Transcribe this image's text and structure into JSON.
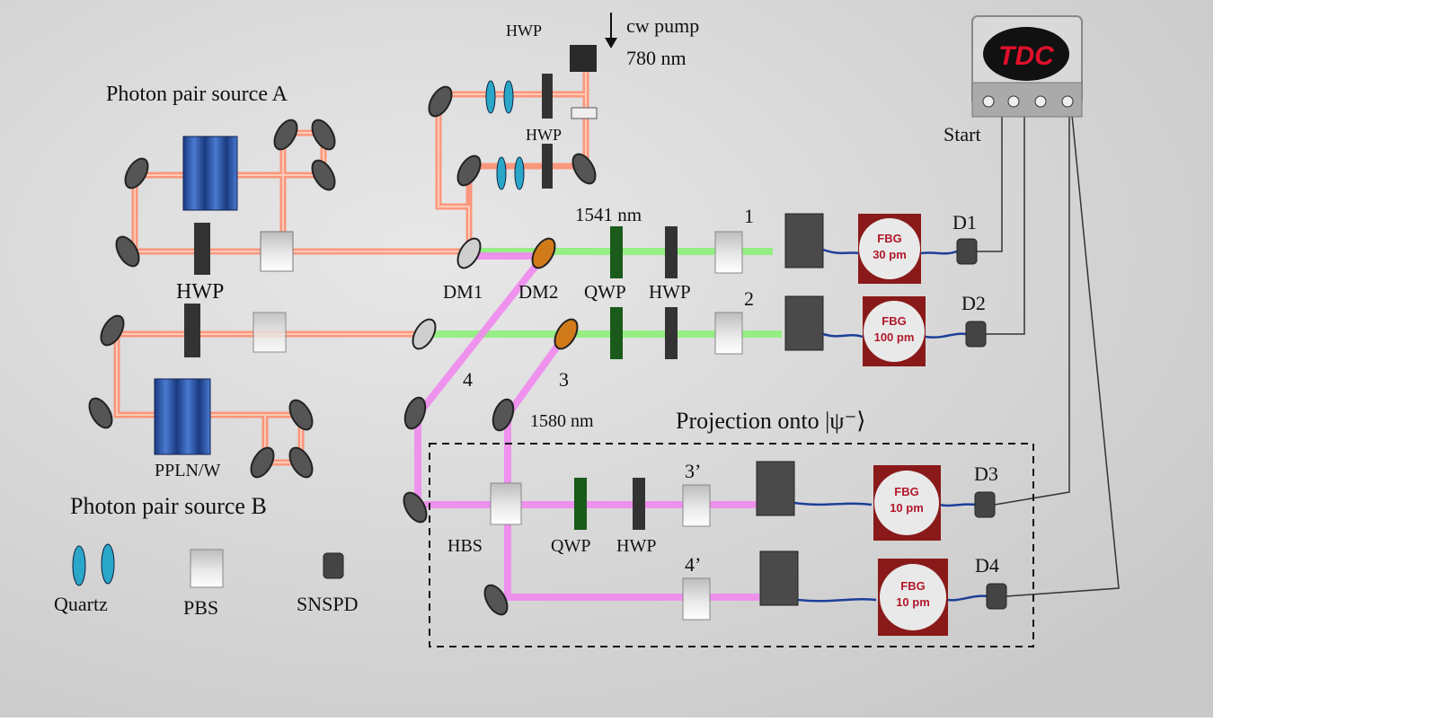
{
  "pump": {
    "label_line1": "cw pump",
    "label_line2": "780 nm"
  },
  "sources": {
    "a_title": "Photon pair source A",
    "b_title": "Photon pair source B",
    "ppln_label": "PPLN/W"
  },
  "components": {
    "hwp_pump_top": "HWP",
    "hwp_pump_bottom": "HWP",
    "hwp_source": "HWP",
    "dm1": "DM1",
    "dm2": "DM2",
    "qwp_1": "QWP",
    "hwp_1": "HWP",
    "hbs": "HBS",
    "qwp_3": "QWP",
    "hwp_3": "HWP"
  },
  "wavelengths": {
    "signal": "1541 nm",
    "idler": "1580 nm"
  },
  "channels": {
    "c1": "1",
    "c2": "2",
    "c3": "3",
    "c4": "4",
    "c3p": "3’",
    "c4p": "4’"
  },
  "fbg": [
    {
      "title": "FBG",
      "value": "30 pm"
    },
    {
      "title": "FBG",
      "value": "100 pm"
    },
    {
      "title": "FBG",
      "value": "10 pm"
    },
    {
      "title": "FBG",
      "value": "10 pm"
    }
  ],
  "detectors": {
    "d1": "D1",
    "d2": "D2",
    "d3": "D3",
    "d4": "D4"
  },
  "tdc": {
    "label": "TDC",
    "start": "Start"
  },
  "projection": {
    "label": "Projection onto |ψ⁻⟩"
  },
  "legend": {
    "quartz": "Quartz",
    "pbs": "PBS",
    "snspd": "SNSPD"
  },
  "colors": {
    "pump_beam": "#ff8a6a",
    "green_beam": "#8ef07a",
    "pink_beam": "#f08af0",
    "fiber": "#1d3f9a",
    "fbg_frame": "#8a1a1a",
    "fbg_text": "#b0182a",
    "tdc_text": "#e0102a"
  }
}
